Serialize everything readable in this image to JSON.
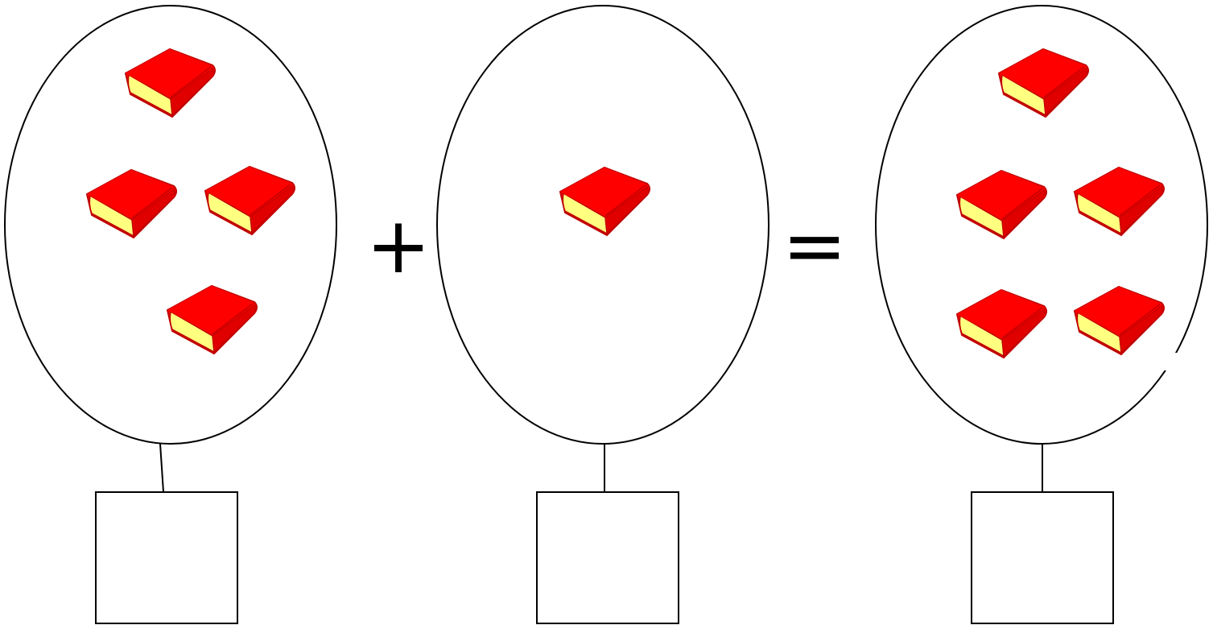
{
  "colors": {
    "outline": "#000000",
    "book_cover": "#ff0000",
    "book_cover_dark": "#c00000",
    "book_pages": "#ffff80"
  },
  "groups": [
    {
      "book_count": 4,
      "answer_box_text": ""
    },
    {
      "book_count": 1,
      "answer_box_text": ""
    },
    {
      "book_count": 5,
      "answer_box_text": ""
    }
  ],
  "operators": {
    "plus": "+",
    "equals": "="
  }
}
